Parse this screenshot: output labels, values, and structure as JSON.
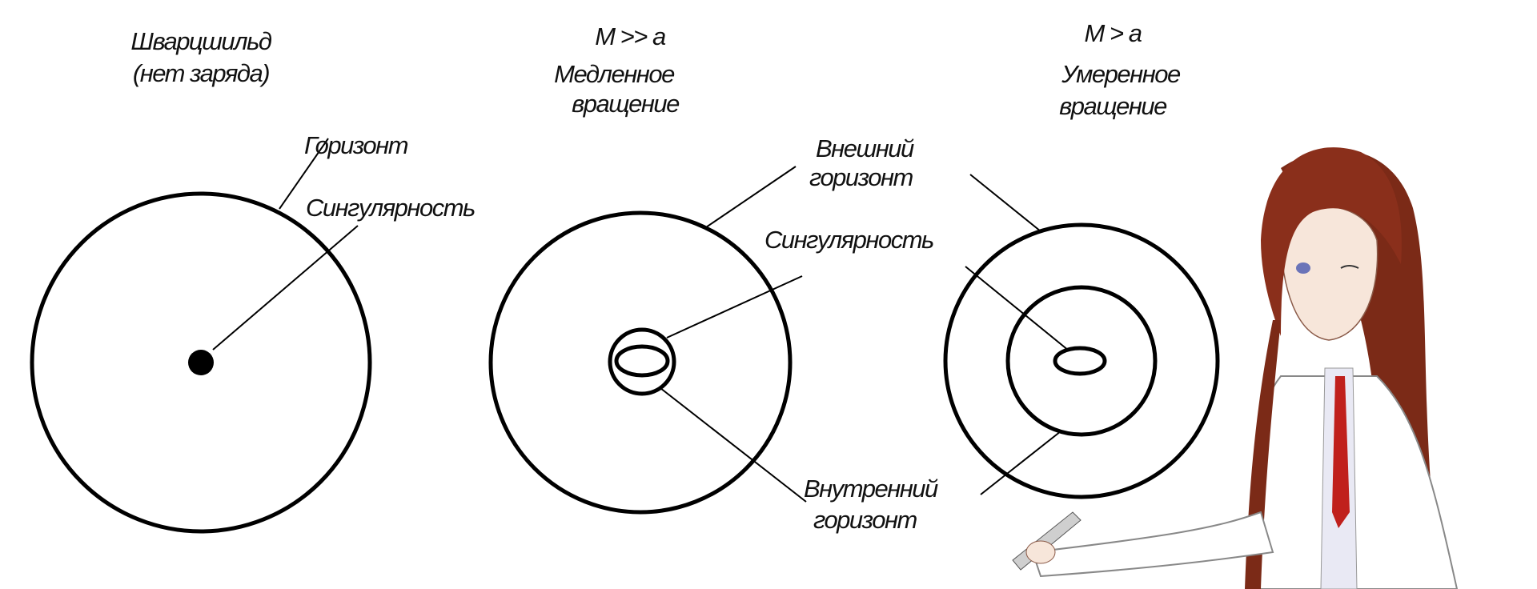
{
  "diagrams": [
    {
      "title": [
        "Шварцшильд",
        "(нет заряда)"
      ],
      "labels": {
        "horizon": "Горизонт",
        "singularity": "Сингулярность"
      }
    },
    {
      "title": [
        "M >> a",
        "Медленное",
        "вращение"
      ]
    },
    {
      "title": [
        "M > a",
        "Умеренное",
        "вращение"
      ]
    }
  ],
  "shared_labels": {
    "outer_horizon": [
      "Внешний",
      "горизонт"
    ],
    "singularity": "Сингулярность",
    "inner_horizon": [
      "Внутренний",
      "горизонт"
    ]
  },
  "colors": {
    "hair": "#7b2a17",
    "tie": "#c0201c",
    "coat": "#ffffff"
  }
}
